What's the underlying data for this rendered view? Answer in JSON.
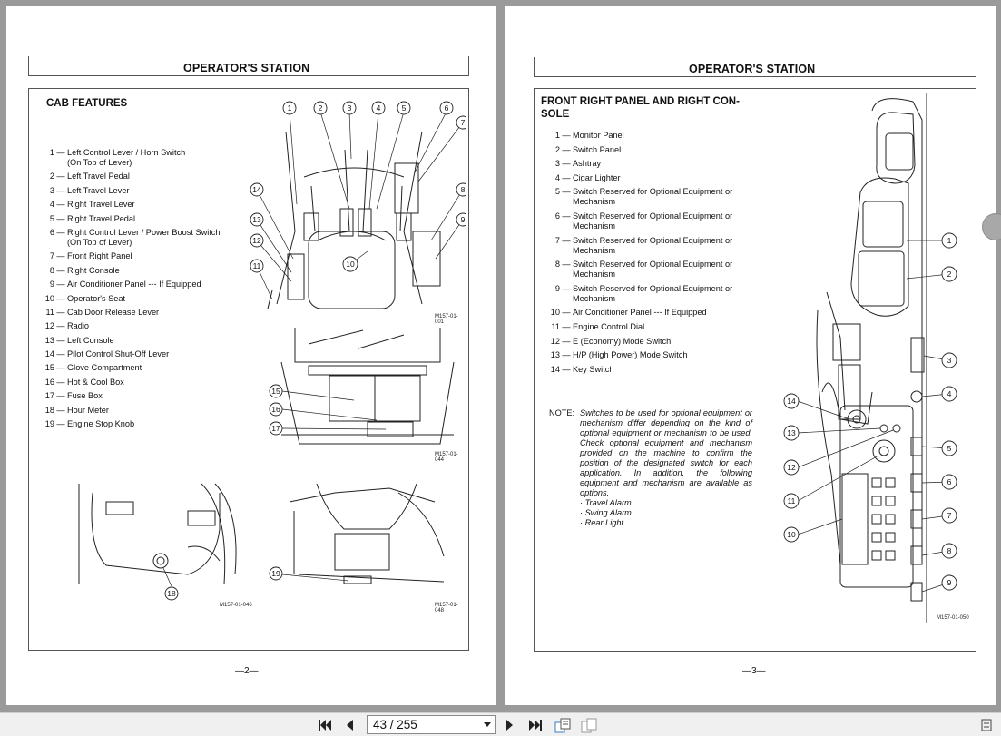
{
  "left_page": {
    "header": "OPERATOR'S STATION",
    "section_title": "CAB FEATURES",
    "legend": [
      {
        "num": "1",
        "text": "Left Control Lever / Horn Switch",
        "sub": "(On Top of Lever)"
      },
      {
        "num": "2",
        "text": "Left Travel Pedal"
      },
      {
        "num": "3",
        "text": "Left Travel Lever"
      },
      {
        "num": "4",
        "text": "Right Travel Lever"
      },
      {
        "num": "5",
        "text": "Right Travel Pedal"
      },
      {
        "num": "6",
        "text": "Right Control Lever / Power Boost Switch",
        "sub": "(On Top of Lever)"
      },
      {
        "num": "7",
        "text": "Front Right Panel"
      },
      {
        "num": "8",
        "text": "Right Console"
      },
      {
        "num": "9",
        "text": "Air Conditioner Panel --- If Equipped"
      },
      {
        "num": "10",
        "text": "Operator's Seat"
      },
      {
        "num": "11",
        "text": "Cab Door Release Lever"
      },
      {
        "num": "12",
        "text": "Radio"
      },
      {
        "num": "13",
        "text": "Left Console"
      },
      {
        "num": "14",
        "text": "Pilot Control Shut-Off Lever"
      },
      {
        "num": "15",
        "text": "Glove Compartment"
      },
      {
        "num": "16",
        "text": "Hot & Cool Box"
      },
      {
        "num": "17",
        "text": "Fuse Box"
      },
      {
        "num": "18",
        "text": "Hour Meter"
      },
      {
        "num": "19",
        "text": "Engine Stop Knob"
      }
    ],
    "fig_codes": [
      "M157-01-001",
      "M157-01-044",
      "M157-01-046",
      "M157-01-048"
    ],
    "page_number": "—2—"
  },
  "right_page": {
    "header": "OPERATOR'S STATION",
    "section_title_line1": "FRONT RIGHT PANEL AND RIGHT CON-",
    "section_title_line2": "SOLE",
    "legend": [
      {
        "num": "1",
        "text": "Monitor Panel"
      },
      {
        "num": "2",
        "text": "Switch Panel"
      },
      {
        "num": "3",
        "text": "Ashtray"
      },
      {
        "num": "4",
        "text": "Cigar Lighter"
      },
      {
        "num": "5",
        "text": "Switch Reserved for Optional Equipment or",
        "sub": "Mechanism"
      },
      {
        "num": "6",
        "text": "Switch Reserved for Optional Equipment or",
        "sub": "Mechanism"
      },
      {
        "num": "7",
        "text": "Switch Reserved for Optional Equipment or",
        "sub": "Mechanism"
      },
      {
        "num": "8",
        "text": "Switch Reserved for Optional Equipment or",
        "sub": "Mechanism"
      },
      {
        "num": "9",
        "text": "Switch Reserved for Optional Equipment or",
        "sub": "Mechanism"
      },
      {
        "num": "10",
        "text": "Air Conditioner Panel --- If Equipped"
      },
      {
        "num": "11",
        "text": "Engine Control Dial"
      },
      {
        "num": "12",
        "text": "E (Economy) Mode Switch"
      },
      {
        "num": "13",
        "text": "H/P (High Power) Mode Switch"
      },
      {
        "num": "14",
        "text": "Key Switch"
      }
    ],
    "note_label": "NOTE:",
    "note_text": "Switches to be used for optional equipment or mechanism differ depending on the kind of optional equipment or mechanism to be used. Check optional equipment and mechanism provided on the machine to confirm the position of the designated switch for each application. In addition, the following equipment and mechanism are available as options.",
    "note_options": [
      "· Travel Alarm",
      "· Swing Alarm",
      "· Rear Light"
    ],
    "fig_code": "M157-01-050",
    "page_number": "—3—"
  },
  "toolbar": {
    "page_current": "43",
    "page_total": "255",
    "page_display": "43 / 255"
  },
  "icons": [
    "first-page-icon",
    "previous-page-icon",
    "next-page-icon",
    "last-page-icon",
    "dual-page-icon",
    "single-page-icon"
  ]
}
